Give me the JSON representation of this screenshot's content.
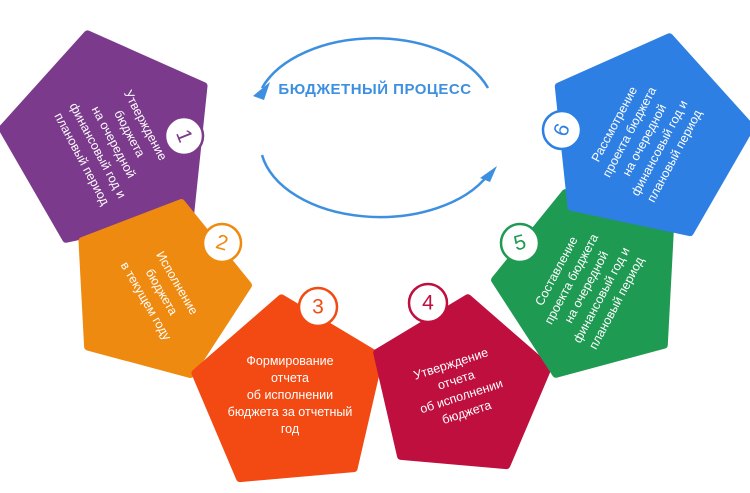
{
  "title": "БЮДЖЕТНЫЙ ПРОЦЕСС",
  "colors": {
    "arrow": "#3d8fe0",
    "step1": "#7b3a8c",
    "step2": "#ef8a10",
    "step3": "#f24a12",
    "step4": "#be0f3f",
    "step5": "#1f9a52",
    "step6": "#2d7fe4"
  },
  "steps": [
    {
      "number": "1",
      "lines": [
        "Утверждение",
        "бюджета",
        "на очередной",
        "финансовый год и",
        "плановый период"
      ]
    },
    {
      "number": "2",
      "lines": [
        "Исполнение",
        "бюджета",
        "в текущем году"
      ]
    },
    {
      "number": "3",
      "lines": [
        "Формирование",
        "отчета",
        "об исполнении",
        "бюджета за отчетный",
        "год"
      ]
    },
    {
      "number": "4",
      "lines": [
        "Утверждение",
        "отчета",
        "об исполнении",
        "бюджета"
      ]
    },
    {
      "number": "5",
      "lines": [
        "Составление",
        "проекта бюджета",
        "на очередной",
        "финансовый год и",
        "плановый период"
      ]
    },
    {
      "number": "6",
      "lines": [
        "Рассмотрение",
        "проекта бюджета",
        "на очередной",
        "финансовый год и",
        "плановый период"
      ]
    }
  ]
}
